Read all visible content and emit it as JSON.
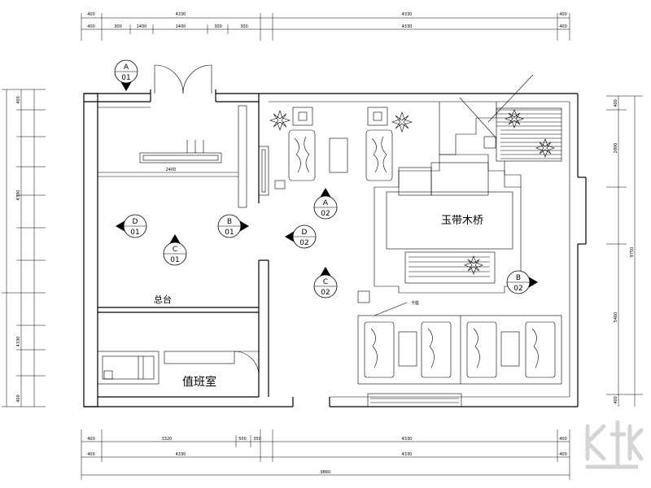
{
  "rooms": {
    "reception": "总台",
    "duty_room": "值班室",
    "bridge": "玉带木桥",
    "seating_label": "卡座"
  },
  "markers": [
    {
      "id": "A-01",
      "letter": "A",
      "num": "01"
    },
    {
      "id": "A-02",
      "letter": "A",
      "num": "02"
    },
    {
      "id": "B-01",
      "letter": "B",
      "num": "01"
    },
    {
      "id": "B-02",
      "letter": "B",
      "num": "02"
    },
    {
      "id": "C-01",
      "letter": "C",
      "num": "01"
    },
    {
      "id": "C-02",
      "letter": "C",
      "num": "02"
    },
    {
      "id": "D-01",
      "letter": "D",
      "num": "01"
    },
    {
      "id": "D-02",
      "letter": "D",
      "num": "02"
    }
  ],
  "dimensions": {
    "top_outer": [
      "400",
      "4330",
      "4330",
      "400"
    ],
    "top_inner": [
      "400",
      "300",
      "1400",
      "1400",
      "300",
      "300",
      "4330",
      "400"
    ],
    "bottom_inner": [
      "400",
      "3320",
      "500",
      "350",
      "4330",
      "400"
    ],
    "bottom_outer": [
      "400",
      "4330",
      "4330",
      "400"
    ],
    "bottom_total": "9860",
    "left_outer": [
      "400",
      "4330",
      "4330",
      "400"
    ],
    "right_outer": [
      "400",
      "2800",
      "5460",
      "400"
    ],
    "right_total": "9750",
    "counter": "2400"
  },
  "colors": {
    "line": "#000000",
    "background": "#ffffff",
    "watermark": "#d4d4d4"
  },
  "icons": [
    "plant-icon",
    "chair-icon",
    "door-swing-icon",
    "section-marker-icon",
    "bed-icon"
  ]
}
